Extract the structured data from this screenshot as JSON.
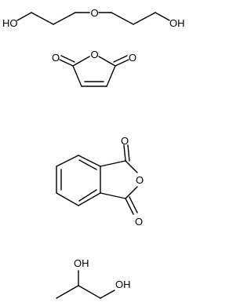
{
  "molecules": [
    {
      "id": "diethylene-glycol",
      "labels": {
        "ho_left": "HO",
        "o_center": "O",
        "oh_right": "OH"
      }
    },
    {
      "id": "maleic-anhydride",
      "labels": {
        "o_ring": "O",
        "o_left": "O",
        "o_right": "O"
      }
    },
    {
      "id": "phthalic-anhydride",
      "labels": {
        "o_top": "O",
        "o_ring": "O",
        "o_bottom": "O"
      }
    },
    {
      "id": "propylene-glycol",
      "labels": {
        "oh_top": "OH",
        "oh_right": "OH"
      }
    }
  ]
}
